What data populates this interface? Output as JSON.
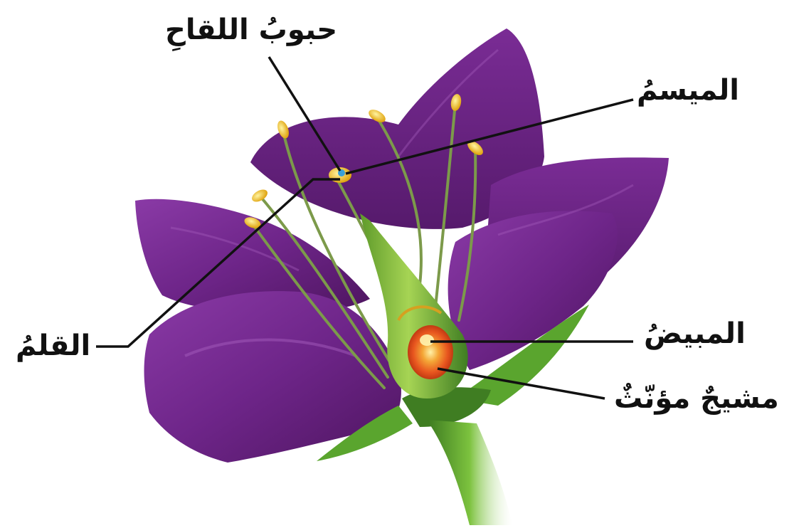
{
  "diagram": {
    "labels": {
      "pollen_grains": "حبوبُ اللقاحِ",
      "stigma": "الميسمُ",
      "style": "القلمُ",
      "ovary": "المبيضُ",
      "embryo_sac": "مشيجٌ مؤنّثٌ"
    }
  },
  "colors": {
    "petal": "#7a2a94",
    "petal_dark": "#4e1560",
    "petal_light": "#a45cbc",
    "pistil": "#8cc63f",
    "pistil_dark": "#3f7d22",
    "stem": "#5aa52e",
    "filament": "#7c9a4a",
    "anther": "#f2c21b",
    "ovary_core": "#e8561f",
    "ovary_glow": "#f4a636",
    "leader_line": "#111111"
  }
}
